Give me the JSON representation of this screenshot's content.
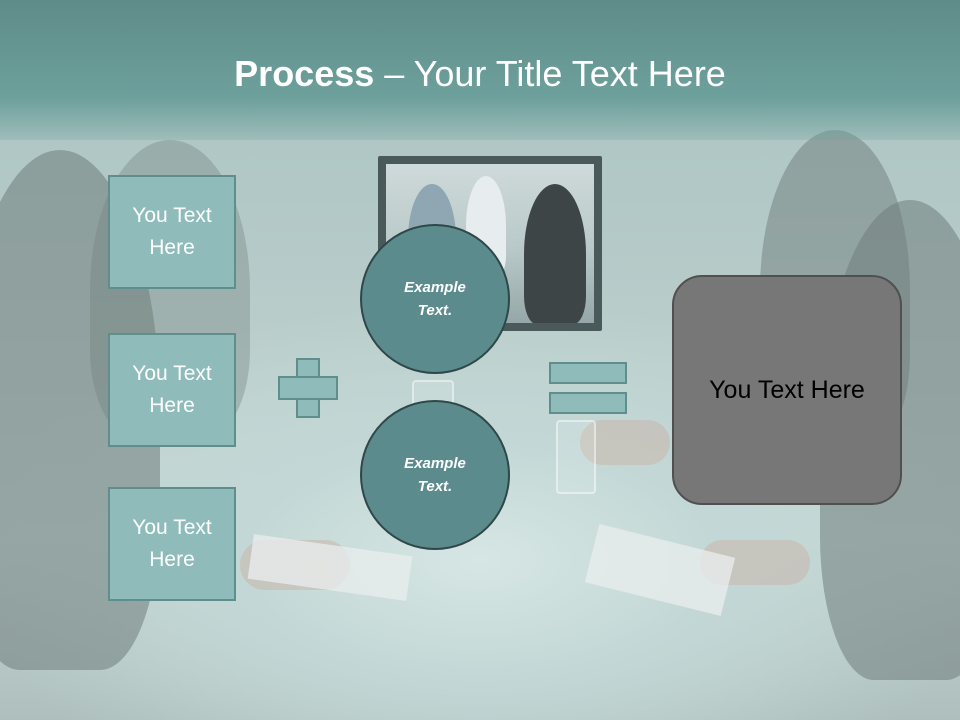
{
  "title": {
    "bold": "Process",
    "rest": " – Your Title Text Here"
  },
  "left_boxes": [
    {
      "label": "You Text Here"
    },
    {
      "label": "You Text Here"
    },
    {
      "label": "You Text Here"
    }
  ],
  "circles": [
    {
      "label": "Example Text."
    },
    {
      "label": "Example Text."
    }
  ],
  "result_box": {
    "label": "You Text Here"
  },
  "colors": {
    "title_band": "#6da09c",
    "box_fill": "#8fbcbb",
    "box_border": "#5f8f8d",
    "circle_fill": "#5b8b8c",
    "result_fill": "#777777"
  }
}
